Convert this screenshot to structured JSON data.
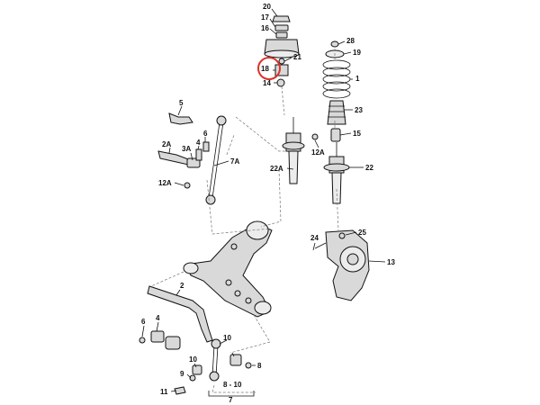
{
  "highlight_color": "#d9342b",
  "callouts": {
    "c20": "20",
    "c17": "17",
    "c16": "16",
    "c28": "28",
    "c19": "19",
    "c21": "21",
    "c18": "18",
    "c1": "1",
    "c14": "14",
    "c23": "23",
    "c15": "15",
    "c5": "5",
    "c2A": "2A",
    "c3A": "3A",
    "c4a": "4",
    "c6a": "6",
    "c7A": "7A",
    "c12Aa": "12A",
    "c12Ab": "12A",
    "c22A": "22A",
    "c22": "22",
    "c24": "24",
    "c25": "25",
    "c13": "13",
    "c2": "2",
    "c6b": "6",
    "c4b": "4",
    "c10a": "10",
    "c10b": "10",
    "c9": "9",
    "c8": "8",
    "c11": "11",
    "c8to10": "8 - 10",
    "c7": "7"
  }
}
